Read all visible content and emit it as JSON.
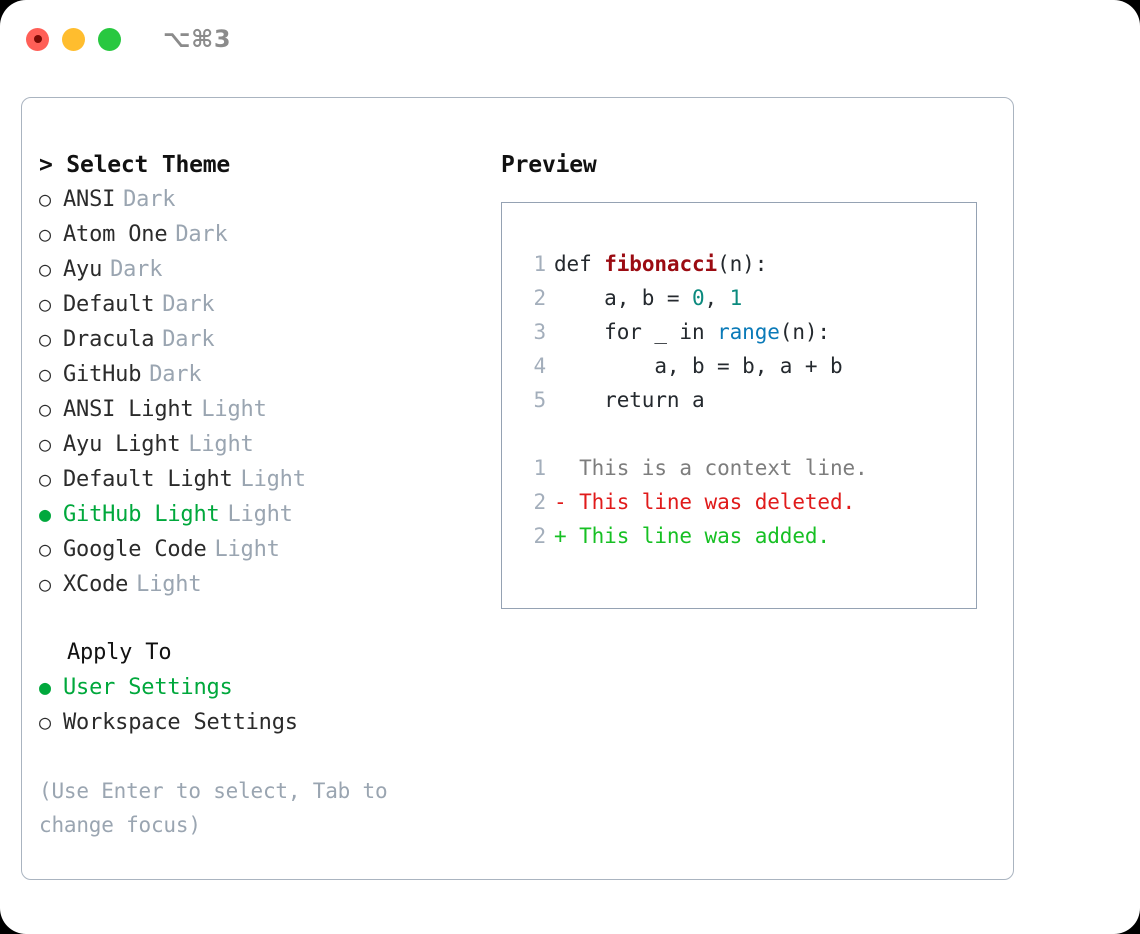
{
  "titlebar": {
    "shortcut": "⌥⌘3",
    "dots": [
      "close-red",
      "minimize-yellow",
      "maximize-green"
    ]
  },
  "left": {
    "list_title": "> Select Theme",
    "themes": [
      {
        "bullet": "○",
        "name": "ANSI",
        "tag": "Dark",
        "selected": false
      },
      {
        "bullet": "○",
        "name": "Atom One",
        "tag": "Dark",
        "selected": false
      },
      {
        "bullet": "○",
        "name": "Ayu",
        "tag": "Dark",
        "selected": false
      },
      {
        "bullet": "○",
        "name": "Default",
        "tag": "Dark",
        "selected": false
      },
      {
        "bullet": "○",
        "name": "Dracula",
        "tag": "Dark",
        "selected": false
      },
      {
        "bullet": "○",
        "name": "GitHub",
        "tag": "Dark",
        "selected": false
      },
      {
        "bullet": "○",
        "name": "ANSI Light",
        "tag": "Light",
        "selected": false
      },
      {
        "bullet": "○",
        "name": "Ayu Light",
        "tag": "Light",
        "selected": false
      },
      {
        "bullet": "○",
        "name": "Default Light",
        "tag": "Light",
        "selected": false
      },
      {
        "bullet": "●",
        "name": "GitHub Light",
        "tag": "Light",
        "selected": true
      },
      {
        "bullet": "○",
        "name": "Google Code",
        "tag": "Light",
        "selected": false
      },
      {
        "bullet": "○",
        "name": "XCode",
        "tag": "Light",
        "selected": false
      }
    ],
    "apply_title": "Apply To",
    "apply_options": [
      {
        "bullet": "●",
        "name": "User Settings",
        "selected": true
      },
      {
        "bullet": "○",
        "name": "Workspace Settings",
        "selected": false
      }
    ],
    "hint": "(Use Enter to select, Tab to change focus)"
  },
  "right": {
    "preview_title": "Preview",
    "code_lines": [
      {
        "no": "1",
        "segments": [
          {
            "t": "def ",
            "k": "plain"
          },
          {
            "t": "fibonacci",
            "k": "fn"
          },
          {
            "t": "(n):",
            "k": "plain"
          }
        ]
      },
      {
        "no": "2",
        "segments": [
          {
            "t": "    a, b = ",
            "k": "plain"
          },
          {
            "t": "0",
            "k": "num"
          },
          {
            "t": ", ",
            "k": "plain"
          },
          {
            "t": "1",
            "k": "num"
          }
        ]
      },
      {
        "no": "3",
        "segments": [
          {
            "t": "    for _ in ",
            "k": "plain"
          },
          {
            "t": "range",
            "k": "kw"
          },
          {
            "t": "(n):",
            "k": "plain"
          }
        ]
      },
      {
        "no": "4",
        "segments": [
          {
            "t": "        a, b = b, a + b",
            "k": "plain"
          }
        ]
      },
      {
        "no": "5",
        "segments": [
          {
            "t": "    return a",
            "k": "plain"
          }
        ]
      }
    ],
    "diff_lines": [
      {
        "no": "1",
        "marker": " ",
        "text": " This is a context line.",
        "kind": "ctx"
      },
      {
        "no": "2",
        "marker": "-",
        "text": " This line was deleted.",
        "kind": "del"
      },
      {
        "no": "2",
        "marker": "+",
        "text": " This line was added.",
        "kind": "add"
      }
    ]
  },
  "colors": {
    "accent_green": "#00a83c",
    "tag_gray": "#9aa5b1",
    "lineno_gray": "#a3aebb",
    "panel_border": "#aab4c0",
    "preview_border": "#95a2b3",
    "fn_red": "#9b0b12",
    "kw_blue": "#0a7ab8",
    "num_teal": "#0b8a7e",
    "diff_del_red": "#e01b1b",
    "diff_add_green": "#17c024",
    "dot_red": "#ff5f57",
    "dot_yellow": "#ffbd2e",
    "dot_green": "#28c840"
  }
}
